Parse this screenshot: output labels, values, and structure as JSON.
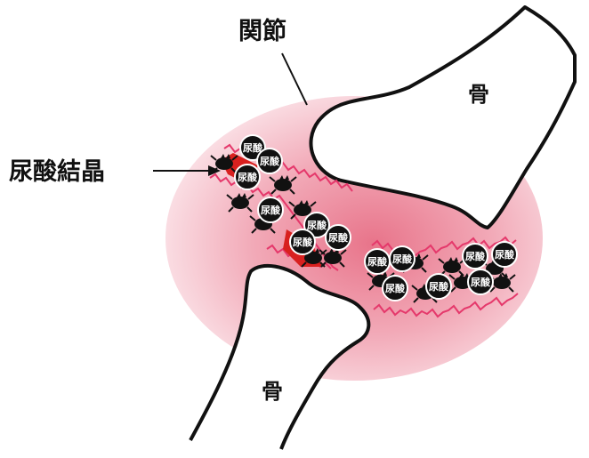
{
  "labels": {
    "joint": "関節",
    "bone_top": "骨",
    "bone_bottom": "骨",
    "uric_acid_crystal": "尿酸結晶"
  },
  "crystal_badge": "尿酸",
  "colors": {
    "inflammation": "#e8748a",
    "inflammation_light": "#fbe3e8",
    "crystal_zigzag": "#e5386b",
    "crystal_body": "#111111",
    "crystal_blood": "#d8201f"
  }
}
